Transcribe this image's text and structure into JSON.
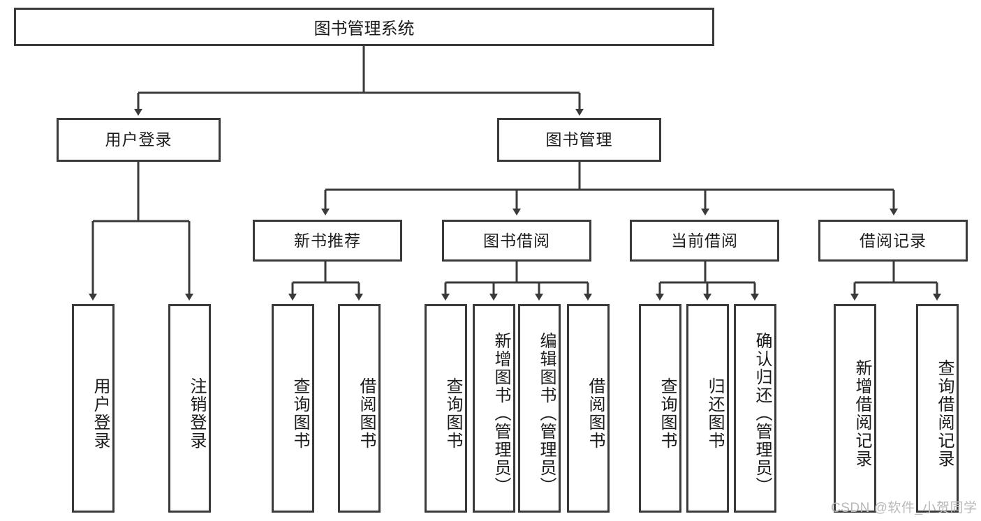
{
  "diagram": {
    "title": "图书管理系统",
    "type": "tree-hierarchy",
    "watermark": "CSDN @软件_小贺同学",
    "colors": {
      "stroke": "#3a3a3a",
      "fill": "#ffffff",
      "text": "#1b1b1b",
      "watermark": "#b9b9b9"
    }
  },
  "root": {
    "label": "图书管理系统"
  },
  "level1": [
    {
      "label": "用户登录"
    },
    {
      "label": "图书管理"
    }
  ],
  "level2": [
    {
      "label": "新书推荐"
    },
    {
      "label": "图书借阅"
    },
    {
      "label": "当前借阅"
    },
    {
      "label": "借阅记录"
    }
  ],
  "leaves": {
    "user_login": [
      {
        "label": "用户登录"
      },
      {
        "label": "注销登录"
      }
    ],
    "new_book": [
      {
        "label": "查询图书"
      },
      {
        "label": "借阅图书"
      }
    ],
    "book_borrow": [
      {
        "label": "查询图书"
      },
      {
        "label": "新增图书（管理员）"
      },
      {
        "label": "编辑图书（管理员）"
      },
      {
        "label": "借阅图书"
      }
    ],
    "current_borrow": [
      {
        "label": "查询图书"
      },
      {
        "label": "归还图书"
      },
      {
        "label": "确认归还（管理员）"
      }
    ],
    "borrow_record": [
      {
        "label": "新增借阅记录"
      },
      {
        "label": "查询借阅记录"
      }
    ]
  }
}
